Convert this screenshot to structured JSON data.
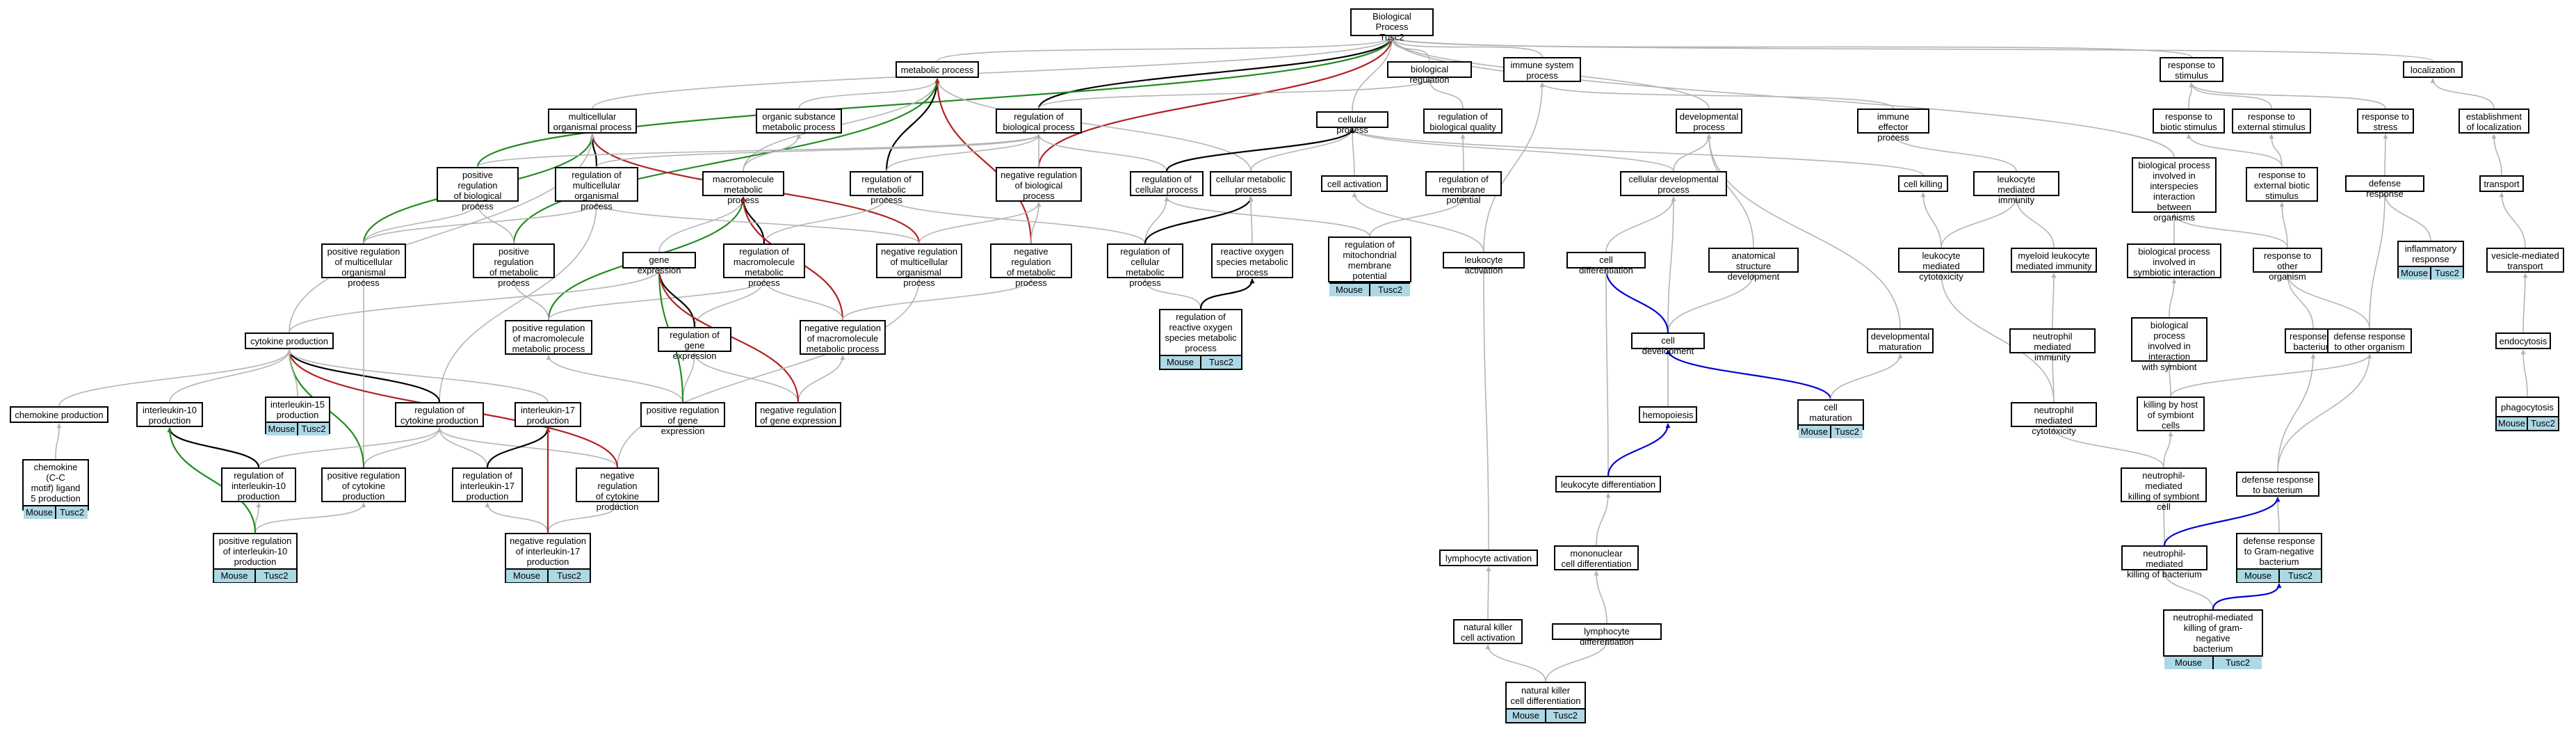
{
  "colors": {
    "edge_default": "#b4b4b4",
    "edge_positive": "#228b22",
    "edge_negative": "#b22222",
    "edge_part_of": "#000000",
    "edge_develops": "#0000cd",
    "tag_fill": "#add8e6"
  },
  "tag_left": "Mouse",
  "tag_right": "Tusc2",
  "nodes": {
    "bp": "Biological Process\nTusc2",
    "metabolic": "metabolic process",
    "bioreg": "biological regulation",
    "immune": "immune system\nprocess",
    "respstim": "response to\nstimulus",
    "localization": "localization",
    "multiorg": "multicellular\norganismal process",
    "orgsubst": "organic substance\nmetabolic process",
    "regbio": "regulation of\nbiological process",
    "cellular": "cellular process",
    "regbioqual": "regulation of\nbiological quality",
    "developmental": "developmental\nprocess",
    "immeffector": "immune effector\nprocess",
    "respbiotic": "response to\nbiotic stimulus",
    "respextern": "response to\nexternal stimulus",
    "respstress": "response to\nstress",
    "estlocal": "establishment\nof localization",
    "posregbio": "positive regulation\nof biological\nprocess",
    "regmulti": "regulation of\nmulticellular\norganismal process",
    "macromet": "macromolecule\nmetabolic process",
    "regmet": "regulation of\nmetabolic process",
    "negregbio": "negative regulation\nof biological\nprocess",
    "regcell": "regulation of\ncellular process",
    "cellmet": "cellular metabolic\nprocess",
    "cellact": "cell activation",
    "regmembpot": "regulation of\nmembrane potential",
    "celldev": "cellular developmental\nprocess",
    "cellkill": "cell killing",
    "leukmedimm": "leukocyte mediated\nimmunity",
    "bpinterspec": "biological process\ninvolved in\ninterspecies\ninteraction\nbetween organisms",
    "respextbiotic": "response to\nexternal biotic\nstimulus",
    "defresp": "defense response",
    "transport": "transport",
    "posregmulti": "positive regulation\nof multicellular\norganismal process",
    "posregmet": "positive regulation\nof metabolic\nprocess",
    "geneexp": "gene expression",
    "regmacro": "regulation of\nmacromolecule\nmetabolic process",
    "negregmulti": "negative regulation\nof multicellular\norganismal process",
    "negregmet": "negative regulation\nof metabolic\nprocess",
    "regcellmet": "regulation of\ncellular metabolic\nprocess",
    "ros": "reactive oxygen\nspecies metabolic\nprocess",
    "regmito": "regulation of\nmitochondrial\nmembrane potential",
    "leukact": "leukocyte activation",
    "celldiff": "cell differentiation",
    "anatstruct": "anatomical structure\ndevelopment",
    "leukmedcyto": "leukocyte mediated\ncytotoxicity",
    "myeloid": "myeloid leukocyte\nmediated immunity",
    "bpsymb": "biological process\ninvolved in\nsymbiotic interaction",
    "respother": "response to\nother organism",
    "inflam": "inflammatory\nresponse",
    "vesicle": "vesicle-mediated\ntransport",
    "cytoprod": "cytokine production",
    "posregmacro": "positive regulation\nof macromolecule\nmetabolic process",
    "reggene": "regulation of\ngene expression",
    "negregmacro": "negative regulation\nof macromolecule\nmetabolic process",
    "regros": "regulation of\nreactive oxygen\nspecies metabolic\nprocess",
    "celldevel": "cell development",
    "devmat": "developmental\nmaturation",
    "neutmedimm": "neutrophil mediated\nimmunity",
    "bpsymbint": "biological process\ninvolved in\ninteraction\nwith symbiont",
    "respbact": "response to\nbacterium",
    "defother": "defense response\nto other organism",
    "endocytosis": "endocytosis",
    "chemoprod": "chemokine production",
    "il10prod": "interleukin-10\nproduction",
    "il15prod": "interleukin-15\nproduction",
    "regcyto": "regulation of\ncytokine production",
    "il17prod": "interleukin-17\nproduction",
    "posreggene": "positive regulation\nof gene expression",
    "negreggene": "negative regulation\nof gene expression",
    "hemopoiesis": "hemopoiesis",
    "cellmat": "cell maturation",
    "neutcyto": "neutrophil mediated\ncytotoxicity",
    "killhost": "killing by host\nof symbiont\ncells",
    "phago": "phagocytosis",
    "ccl5": "chemokine (C-C\nmotif) ligand\n5 production",
    "regil10": "regulation of\ninterleukin-10\nproduction",
    "posregcyto": "positive regulation\nof cytokine\nproduction",
    "regil17": "regulation of\ninterleukin-17\nproduction",
    "negregcyto": "negative regulation\nof cytokine\nproduction",
    "leukdiff": "leukocyte differentiation",
    "neutkillsymb": "neutrophil-mediated\nkilling of symbiont\ncell",
    "defbact": "defense response\nto bacterium",
    "posregil10": "positive regulation\nof interleukin-10\nproduction",
    "negregil17": "negative regulation\nof interleukin-17\nproduction",
    "mononuc": "mononuclear\ncell differentiation",
    "neutkillbact": "neutrophil-mediated\nkilling of bacterium",
    "defgramneg": "defense response\nto Gram-negative\nbacterium",
    "lymphact": "lymphocyte activation",
    "neutkillgram": "neutrophil-mediated\nkilling of gram-negative\nbacterium",
    "nkact": "natural killer\ncell activation",
    "lymphdiff": "lymphocyte differentiation",
    "nkdiff": "natural killer\ncell differentiation"
  }
}
